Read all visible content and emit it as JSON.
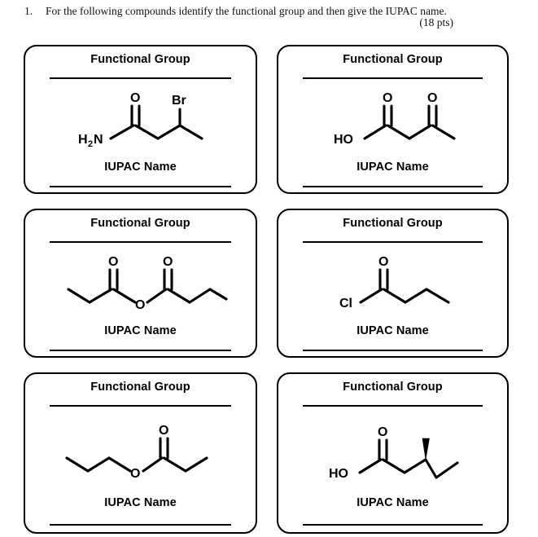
{
  "header": {
    "number": "1.",
    "prompt": "For the following compounds identify the functional group and then give the IUPAC name.",
    "points": "(18 pts)"
  },
  "labels": {
    "functional_group": "Functional Group",
    "iupac_name": "IUPAC Name"
  },
  "colors": {
    "ink": "#000000",
    "page_background": "#ffffff",
    "text": "#111111"
  },
  "cards": [
    {
      "id": "card-1",
      "title": "Functional Group",
      "answer_label": "IUPAC Name",
      "structure": {
        "name": "3-bromobutanamide",
        "functional_group": "amide",
        "atom_labels": [
          "H",
          "2",
          "N",
          "O",
          "Br"
        ],
        "labels": {
          "amine": "H",
          "amine_sub": "2",
          "amine_tail": "N",
          "carbonyl_oxygen": "O",
          "halogen": "Br"
        }
      }
    },
    {
      "id": "card-2",
      "title": "Functional Group",
      "answer_label": "IUPAC Name",
      "structure": {
        "name": "3-oxobutanoic acid",
        "functional_group": "carboxylic acid and ketone",
        "atom_labels": [
          "HO",
          "O",
          "O"
        ],
        "labels": {
          "hydroxyl": "HO",
          "acid_oxygen": "O",
          "ketone_oxygen": "O"
        }
      }
    },
    {
      "id": "card-3",
      "title": "Functional Group",
      "answer_label": "IUPAC Name",
      "structure": {
        "name": "propanoic butanoic anhydride",
        "functional_group": "anhydride",
        "atom_labels": [
          "O",
          "O",
          "O"
        ],
        "labels": {
          "left_carbonyl_oxygen": "O",
          "right_carbonyl_oxygen": "O",
          "bridging_oxygen": "O"
        }
      }
    },
    {
      "id": "card-4",
      "title": "Functional Group",
      "answer_label": "IUPAC Name",
      "structure": {
        "name": "butanoyl chloride",
        "functional_group": "acid chloride",
        "atom_labels": [
          "Cl",
          "O"
        ],
        "labels": {
          "halogen": "Cl",
          "carbonyl_oxygen": "O"
        }
      }
    },
    {
      "id": "card-5",
      "title": "Functional Group",
      "answer_label": "IUPAC Name",
      "structure": {
        "name": "propyl propanoate",
        "functional_group": "ester",
        "atom_labels": [
          "O",
          "O"
        ],
        "labels": {
          "ester_oxygen": "O",
          "carbonyl_oxygen": "O"
        }
      }
    },
    {
      "id": "card-6",
      "title": "Functional Group",
      "answer_label": "IUPAC Name",
      "structure": {
        "name": "3-methylpentanoic acid",
        "functional_group": "carboxylic acid",
        "atom_labels": [
          "HO",
          "O"
        ],
        "labels": {
          "hydroxyl": "HO",
          "carbonyl_oxygen": "O"
        },
        "stereo": "bold wedge methyl"
      }
    }
  ]
}
